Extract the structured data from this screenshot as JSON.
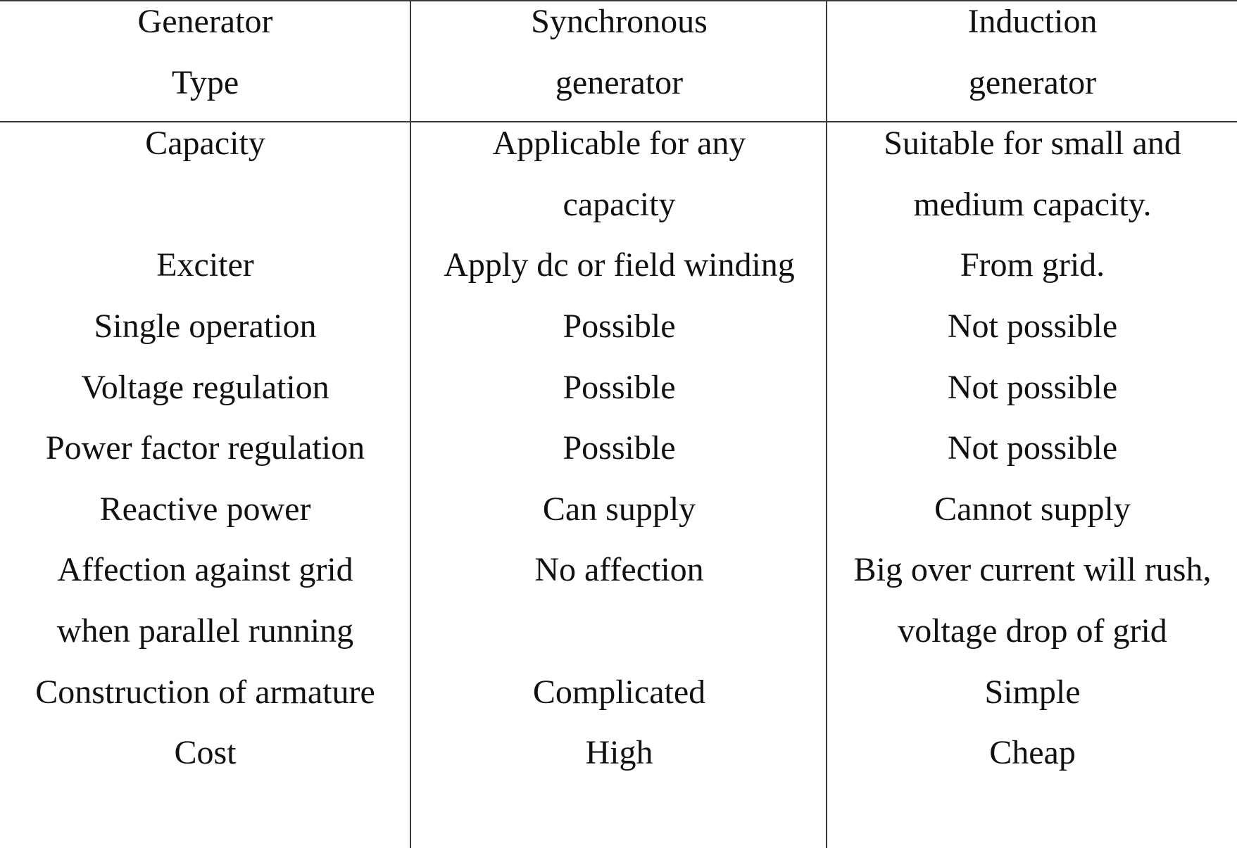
{
  "table": {
    "header": {
      "col0": [
        "Generator",
        "Type"
      ],
      "col1": [
        "Synchronous",
        "generator"
      ],
      "col2": [
        "Induction",
        "generator"
      ]
    },
    "body": {
      "col0": [
        "Capacity",
        "",
        "Exciter",
        "Single operation",
        "Voltage regulation",
        "Power factor regulation",
        "Reactive power",
        "Affection against grid",
        "when parallel running",
        "Construction of armature",
        "Cost"
      ],
      "col1": [
        "Applicable for any",
        "capacity",
        "Apply dc or field winding",
        "Possible",
        "Possible",
        "Possible",
        "Can supply",
        "No affection",
        "",
        "Complicated",
        "High"
      ],
      "col2": [
        "Suitable for small and",
        "medium capacity.",
        "From grid.",
        "Not possible",
        "Not possible",
        "Not possible",
        "Cannot supply",
        "Big over current will rush,",
        "voltage drop of grid",
        "Simple",
        "Cheap"
      ]
    },
    "rows": [
      {
        "label": "Capacity",
        "synchronous": "Applicable for any capacity",
        "induction": "Suitable for small and medium capacity."
      },
      {
        "label": "Exciter",
        "synchronous": "Apply dc or field winding",
        "induction": "From grid."
      },
      {
        "label": "Single operation",
        "synchronous": "Possible",
        "induction": "Not possible"
      },
      {
        "label": "Voltage regulation",
        "synchronous": "Possible",
        "induction": "Not possible"
      },
      {
        "label": "Power factor regulation",
        "synchronous": "Possible",
        "induction": "Not possible"
      },
      {
        "label": "Reactive power",
        "synchronous": "Can supply",
        "induction": "Cannot supply"
      },
      {
        "label": "Affection against grid when parallel running",
        "synchronous": "No affection",
        "induction": "Big over current will rush, voltage drop of grid"
      },
      {
        "label": "Construction of armature",
        "synchronous": "Complicated",
        "induction": "Simple"
      },
      {
        "label": "Cost",
        "synchronous": "High",
        "induction": "Cheap"
      }
    ]
  },
  "colors": {
    "rule": "#3a3a3a",
    "text": "#111111",
    "background": "#ffffff"
  }
}
